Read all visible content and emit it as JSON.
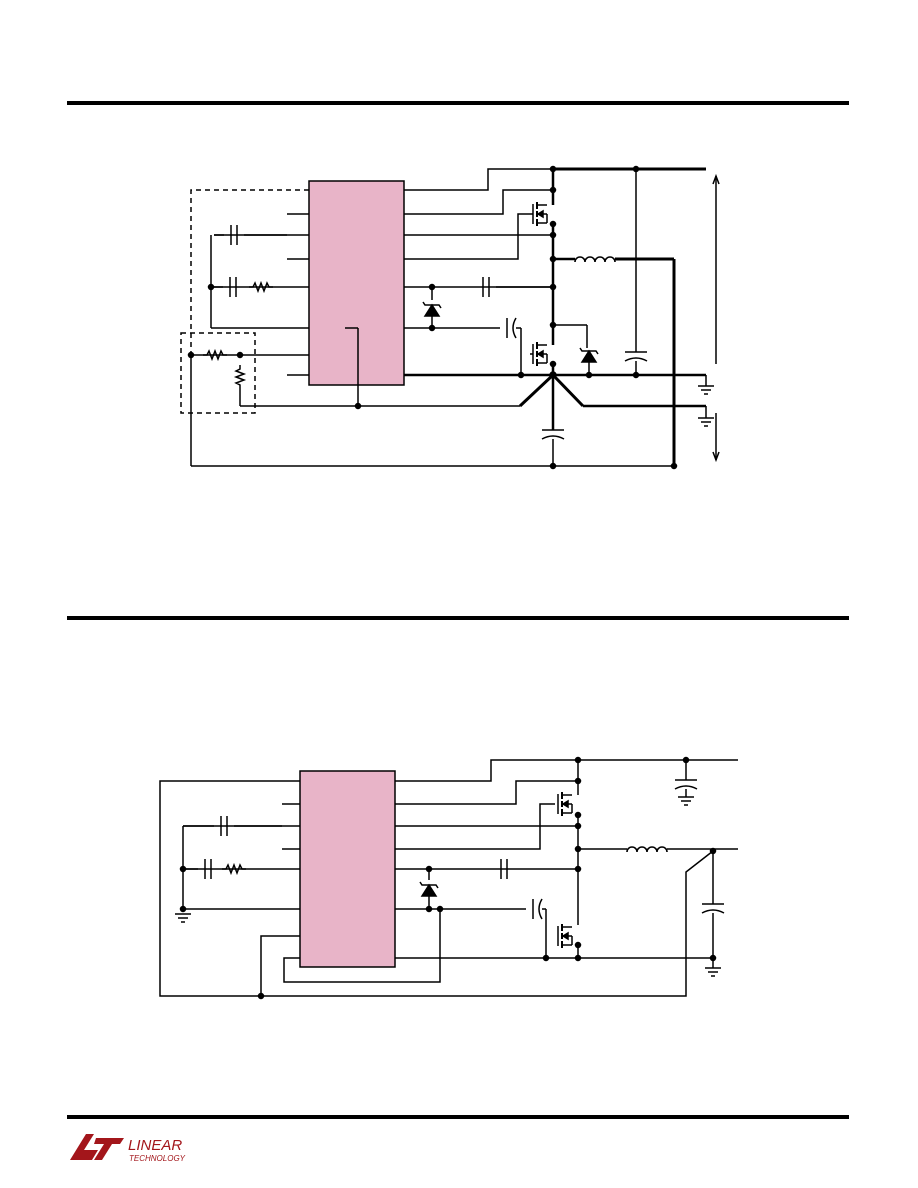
{
  "colors": {
    "ink": "#000000",
    "ic_fill": "#e8b4c8",
    "logo_red": "#a3161b",
    "rule": "#000000"
  },
  "logo": {
    "name": "LINEAR TECHNOLOGY",
    "line1": "LINEAR",
    "line2": "TECHNOLOGY",
    "icon": "lt-logo-icon"
  },
  "figures": {
    "top": {
      "kind": "schematic",
      "components": [
        "ic",
        "mosfet",
        "inductor",
        "capacitor",
        "resistor",
        "schottky-diode",
        "ground"
      ]
    },
    "bottom": {
      "kind": "schematic",
      "components": [
        "ic",
        "mosfet",
        "inductor",
        "capacitor",
        "resistor",
        "schottky-diode",
        "ground"
      ]
    }
  }
}
